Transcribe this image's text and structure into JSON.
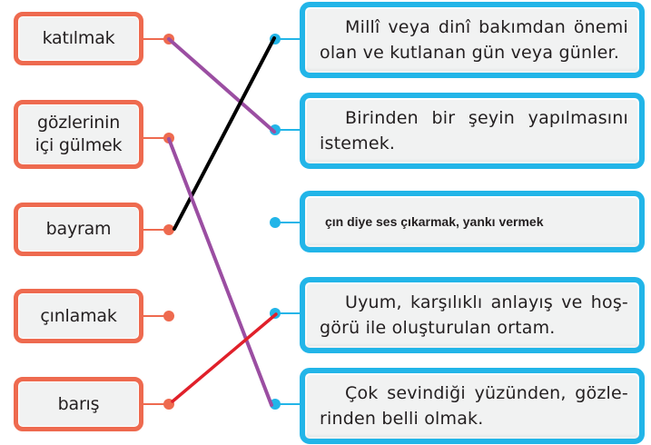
{
  "colors": {
    "left_accent": "#ee6a4f",
    "right_accent": "#22b5e8",
    "box_fill": "#f1f2f2",
    "text": "#231f20",
    "line_purple": "#9b4ea2",
    "line_black": "#000000",
    "line_red": "#e0202a"
  },
  "terms": [
    {
      "label": "katılmak"
    },
    {
      "label": "gözlerinin içi gülmek"
    },
    {
      "label": "bayram"
    },
    {
      "label": "çınlamak"
    },
    {
      "label": "barış"
    }
  ],
  "definitions": [
    {
      "text": "Millî veya dinî bakımdan önemi olan ve kutlanan gün veya günler."
    },
    {
      "text": "Birinden bir şeyin yapılmasını istemek."
    },
    {
      "text": "çın diye ses çıkarmak, yankı vermek"
    },
    {
      "text": "Uyum, karşılıklı anlayış ve hoş-görü ile oluşturulan ortam."
    },
    {
      "text": "Çok sevindiği yüzünden, gözle-rinden belli olmak."
    }
  ],
  "connections": [
    {
      "term": "katılmak",
      "definition": "Birinden bir şeyin yapılmasını istemek.",
      "color": "purple"
    },
    {
      "term": "gözlerinin içi gülmek",
      "definition": "Çok sevindiği yüzünden, gözlerinden belli olmak.",
      "color": "purple"
    },
    {
      "term": "bayram",
      "definition": "Millî veya dinî bakımdan önemi olan ve kutlanan gün veya günler.",
      "color": "black"
    },
    {
      "term": "barış",
      "definition": "Uyum, karşılıklı anlayış ve hoşgörü ile oluşturulan ortam.",
      "color": "red"
    }
  ]
}
